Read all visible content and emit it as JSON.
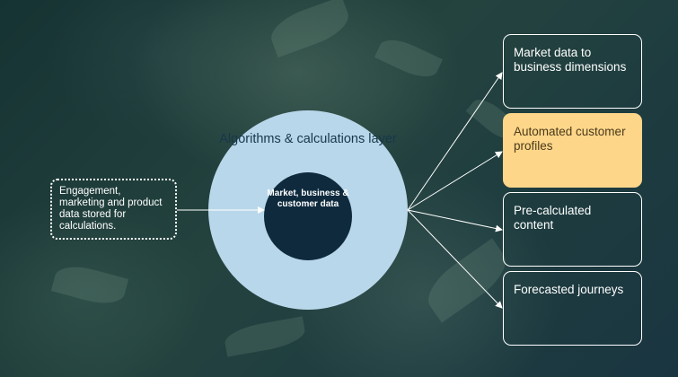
{
  "diagram": {
    "input_label": "Engagement, marketing and product data stored for calculations.",
    "outer_label": "Algorithms & calculations layer",
    "inner_label": "Market, business & customer data",
    "outputs": [
      {
        "label": "Market data to business dimensions",
        "highlighted": false
      },
      {
        "label": "Automated customer profiles",
        "highlighted": true
      },
      {
        "label": "Pre-calculated content",
        "highlighted": false
      },
      {
        "label": "Forecasted journeys",
        "highlighted": false
      }
    ]
  },
  "colors": {
    "outer_circle": "#b9d7ea",
    "inner_circle": "#0f2a3d",
    "highlight": "#fdd68a",
    "background": "#1b3a3a"
  }
}
